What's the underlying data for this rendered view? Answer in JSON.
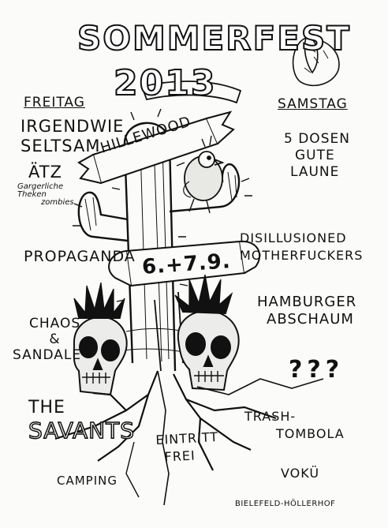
{
  "header": {
    "title": "SOMMERFEST",
    "year": "2013"
  },
  "days": {
    "friday": "FREITAG",
    "saturday": "SAMSTAG"
  },
  "venue": {
    "banner": "HILLEWOOD",
    "location": "BIELEFELD-HÖLLERHOF"
  },
  "dates": {
    "ribbon": "6.+7.9."
  },
  "friday_bands": {
    "band1_line1": "IRGENDWIE",
    "band1_line2": "SELTSAM",
    "band2_title": "ÄTZ",
    "band2_sub1": "Gargerliche",
    "band2_sub2": "Theken",
    "band2_sub3": "zombies",
    "band3": "PROPAGANDA",
    "band4_line1": "CHAOS",
    "band4_line2": "&",
    "band4_line3": "SANDALE",
    "band5_line1": "THE",
    "band5_line2": "SAVANTS"
  },
  "saturday_bands": {
    "band1_line1": "5 DOSEN",
    "band1_line2": "GUTE",
    "band1_line3": "LAUNE",
    "band2_line1": "DISILLUSIONED",
    "band2_line2": "MOTHERFUCKERS",
    "band3_line1": "HAMBURGER",
    "band3_line2": "ABSCHAUM",
    "band4": "???"
  },
  "extras": {
    "trash_line1": "TRASH-",
    "trash_line2": "TOMBOLA",
    "entry_line1": "EINTRITT",
    "entry_line2": "FREI",
    "camping": "CAMPING",
    "food": "VOKÜ"
  },
  "colors": {
    "ink": "#111111",
    "paper": "#fbfbf9"
  },
  "icons": [
    "cactus-illustration",
    "skull-left-icon",
    "skull-right-icon",
    "bird-icon",
    "crack-lines",
    "moon-icon"
  ]
}
